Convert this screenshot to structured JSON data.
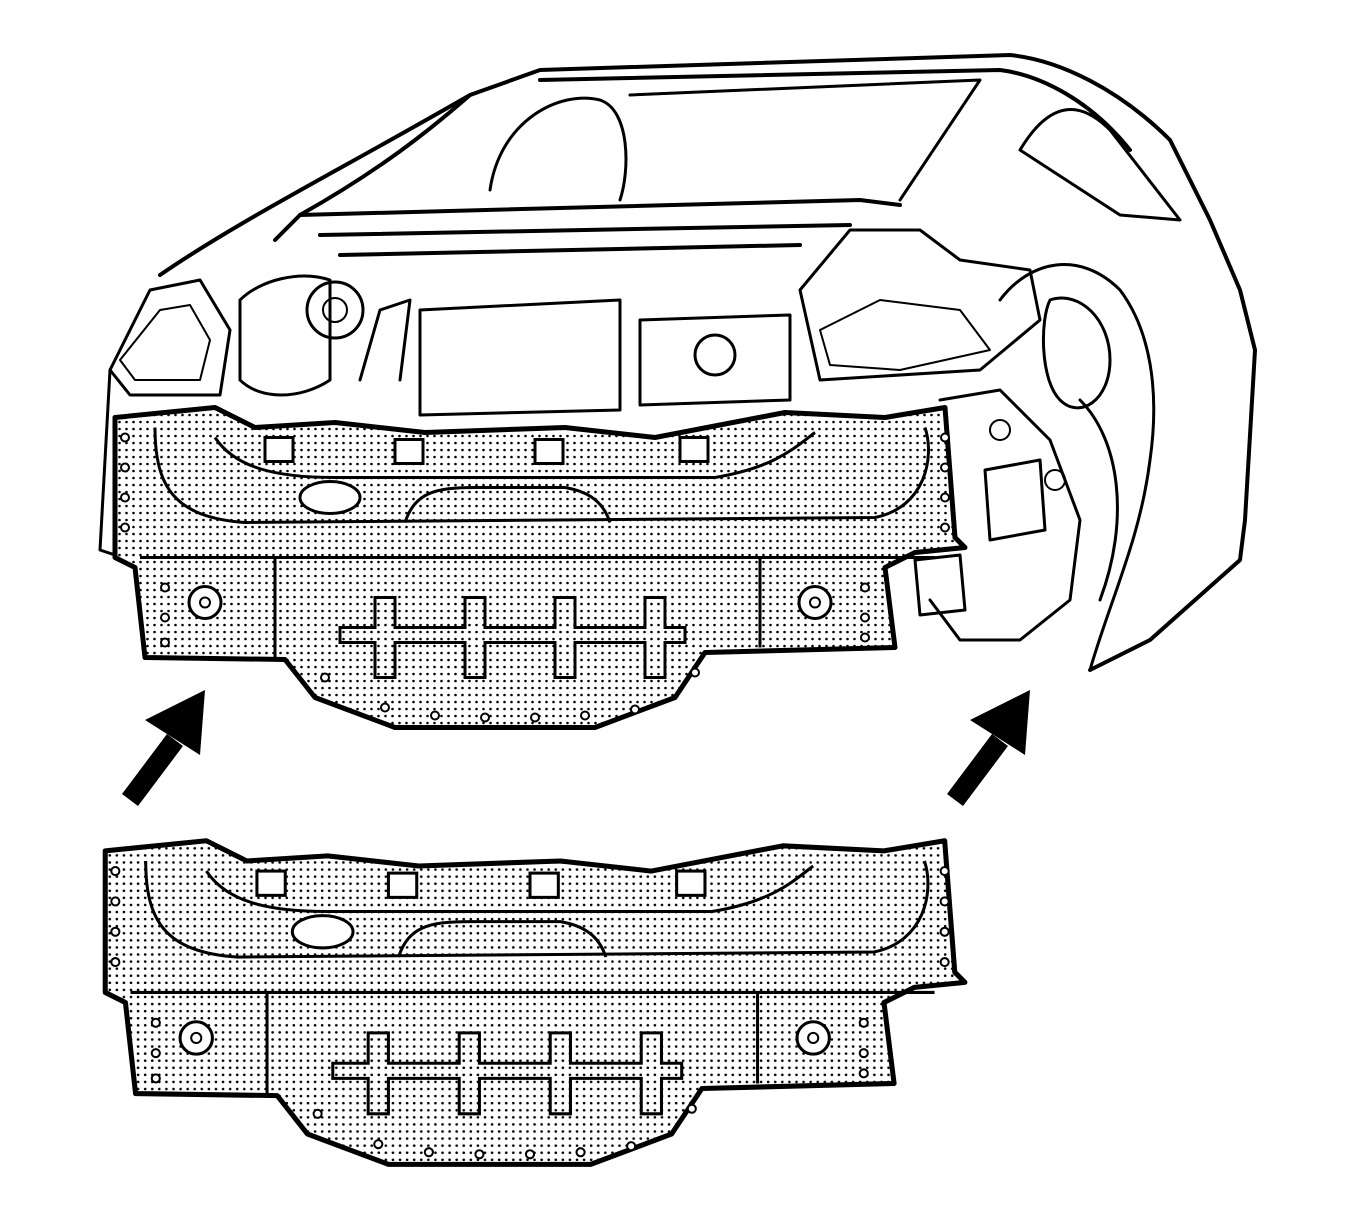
{
  "diagram": {
    "components": [
      {
        "name": "vehicle-body-rear-structure"
      },
      {
        "name": "rear-end-panel-installed"
      },
      {
        "name": "rear-end-panel-new"
      }
    ],
    "arrows": [
      {
        "name": "install-arrow-left",
        "direction": "up-right"
      },
      {
        "name": "install-arrow-right",
        "direction": "up-right"
      }
    ],
    "colors": {
      "line": "#000000",
      "background": "#ffffff",
      "panel_pattern_dot": "#000000"
    }
  }
}
